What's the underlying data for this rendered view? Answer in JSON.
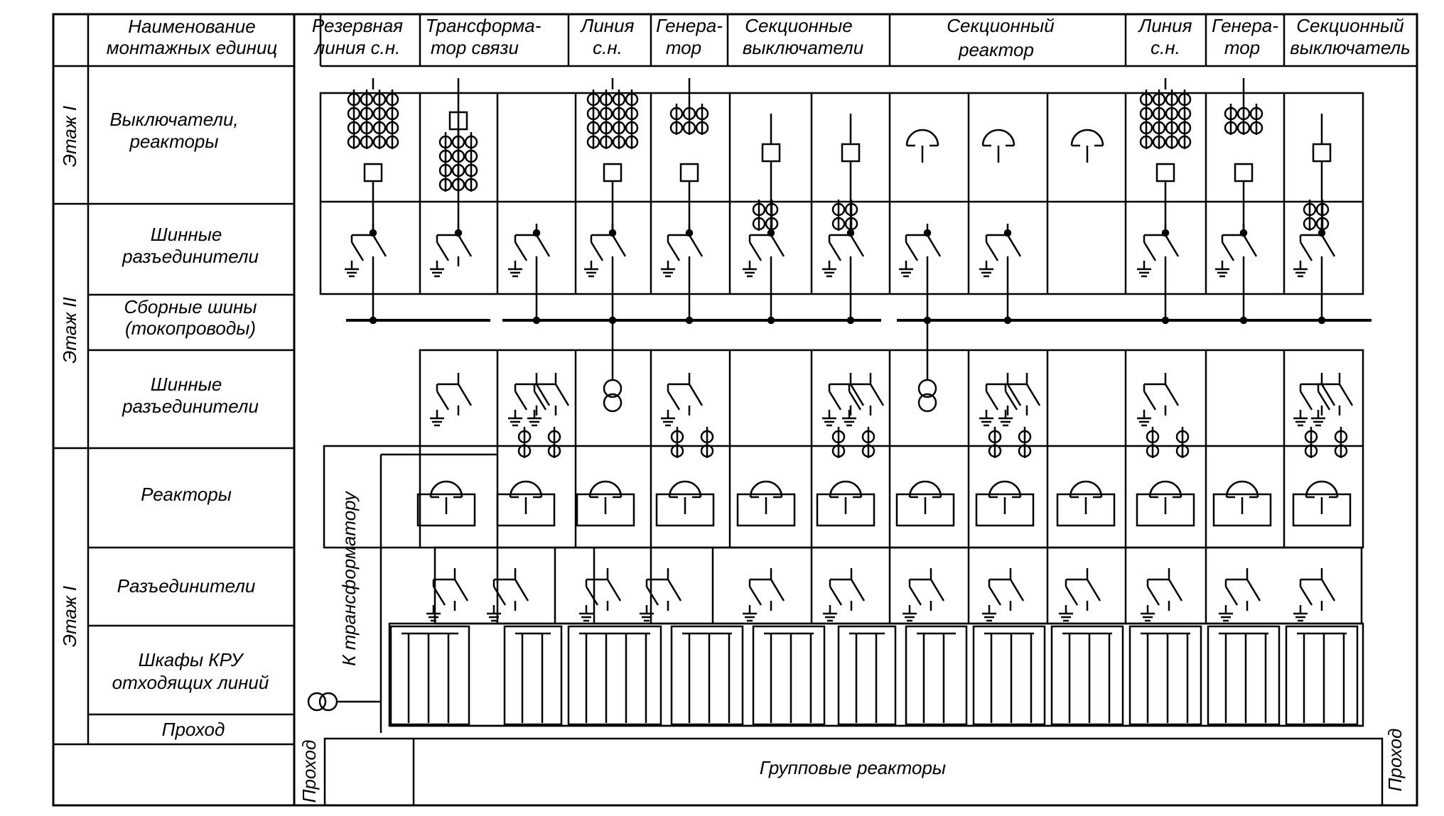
{
  "left_table": {
    "header": "Наименование монтажных единиц",
    "header_lines": [
      "Наименование",
      "монтажных единиц"
    ],
    "floors": [
      {
        "label": "Этаж I"
      },
      {
        "label": "Этаж II"
      },
      {
        "label": "Этаж I"
      }
    ],
    "rows": [
      {
        "lines": [
          "Выключатели,",
          "реакторы"
        ]
      },
      {
        "lines": [
          "Шинные",
          "разъединители"
        ]
      },
      {
        "lines": [
          "Сборные шины",
          "(токопроводы)"
        ]
      },
      {
        "lines": [
          "Шинные",
          "разъединители"
        ]
      },
      {
        "lines": [
          "Реакторы"
        ]
      },
      {
        "lines": [
          "Разъединители"
        ]
      },
      {
        "lines": [
          "Шкафы  КРУ",
          "отходящих линий"
        ]
      },
      {
        "lines": [
          "Проход"
        ]
      }
    ]
  },
  "columns": [
    {
      "lines": [
        "Резервная",
        "линия с.н."
      ]
    },
    {
      "lines": [
        "Трансформа-",
        "тор связи"
      ]
    },
    {
      "lines": [
        "Линия",
        "с.н."
      ]
    },
    {
      "lines": [
        "Генера-",
        "тор"
      ]
    },
    {
      "lines": [
        "Секционные",
        "выключатели"
      ]
    },
    {
      "lines": [
        "Секционный",
        "реактор"
      ]
    },
    {
      "lines": [
        "Линия",
        "с.н."
      ]
    },
    {
      "lines": [
        "Генера-",
        "тор"
      ]
    },
    {
      "lines": [
        "Секционный",
        "выключатель"
      ]
    }
  ],
  "annotations": {
    "to_transformer": "К трансформатору",
    "group_reactors": "Групповые  реакторы",
    "passage_left": "Проход",
    "passage_right": "Проход"
  }
}
